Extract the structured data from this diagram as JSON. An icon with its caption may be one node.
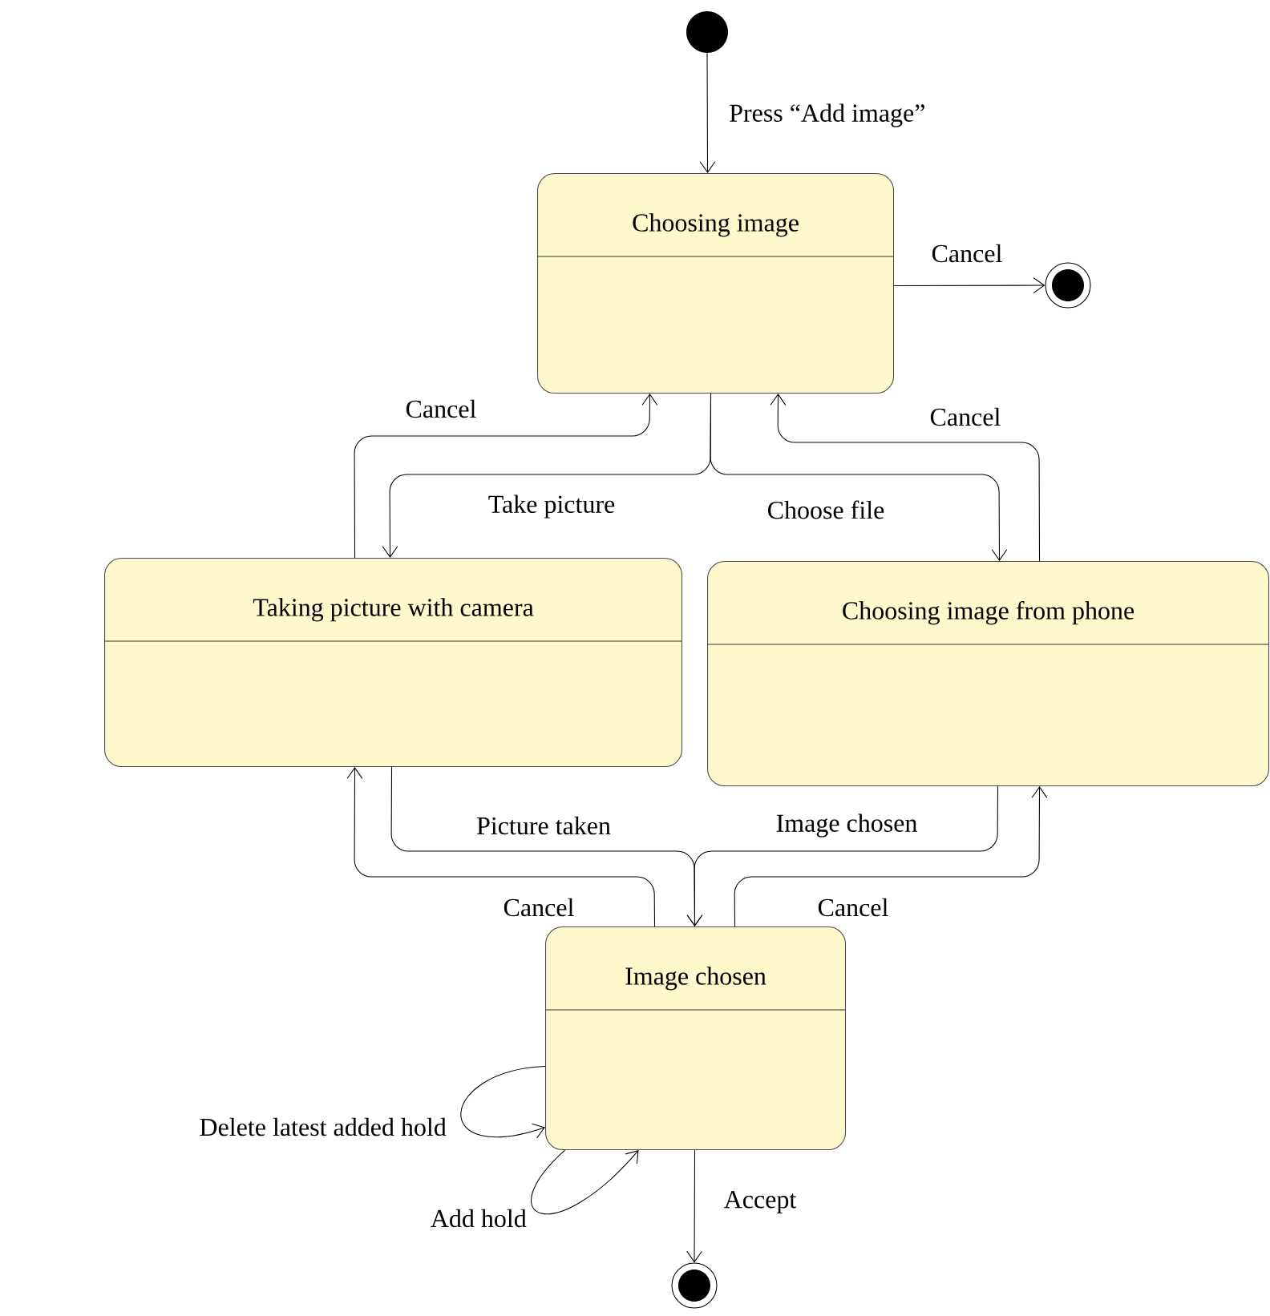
{
  "diagram": {
    "nodes": [
      {
        "text": [],
        "shape": "circle"
      },
      {
        "text": [
          "Choosing image"
        ]
      },
      {
        "text": [],
        "shape": "circle"
      },
      {
        "text": [
          "Taking picture with camera"
        ]
      },
      {
        "text": [
          "Choosing image from phone"
        ]
      },
      {
        "text": [
          "Image chosen"
        ]
      },
      {
        "text": [],
        "shape": "circle"
      }
    ],
    "edges": [
      {
        "from": 0,
        "to": 1,
        "arrow": "to",
        "label": "Press “Add image”"
      },
      {
        "from": 1,
        "to": 2,
        "arrow": "to",
        "label": "Cancel"
      },
      {
        "from": 1,
        "to": 3,
        "arrow": "to",
        "label": "Take picture"
      },
      {
        "from": 1,
        "to": 4,
        "arrow": "to",
        "label": "Choose file"
      },
      {
        "from": 3,
        "to": 1,
        "arrow": "to",
        "label": "Cancel"
      },
      {
        "from": 4,
        "to": 1,
        "arrow": "to",
        "label": "Cancel"
      },
      {
        "from": 3,
        "to": 5,
        "arrow": "to",
        "label": "Picture taken"
      },
      {
        "from": 4,
        "to": 5,
        "arrow": "to",
        "label": "Image chosen"
      },
      {
        "from": 5,
        "to": 3,
        "arrow": "to",
        "label": "Cancel"
      },
      {
        "from": 5,
        "to": 4,
        "arrow": "to",
        "label": "Cancel"
      },
      {
        "from": 5,
        "to": 5,
        "arrow": "to",
        "label": "Delete latest added hold"
      },
      {
        "from": 5,
        "to": 5,
        "arrow": "to",
        "label": "Add hold"
      },
      {
        "from": 5,
        "to": 6,
        "arrow": "to",
        "label": "Accept"
      }
    ]
  }
}
